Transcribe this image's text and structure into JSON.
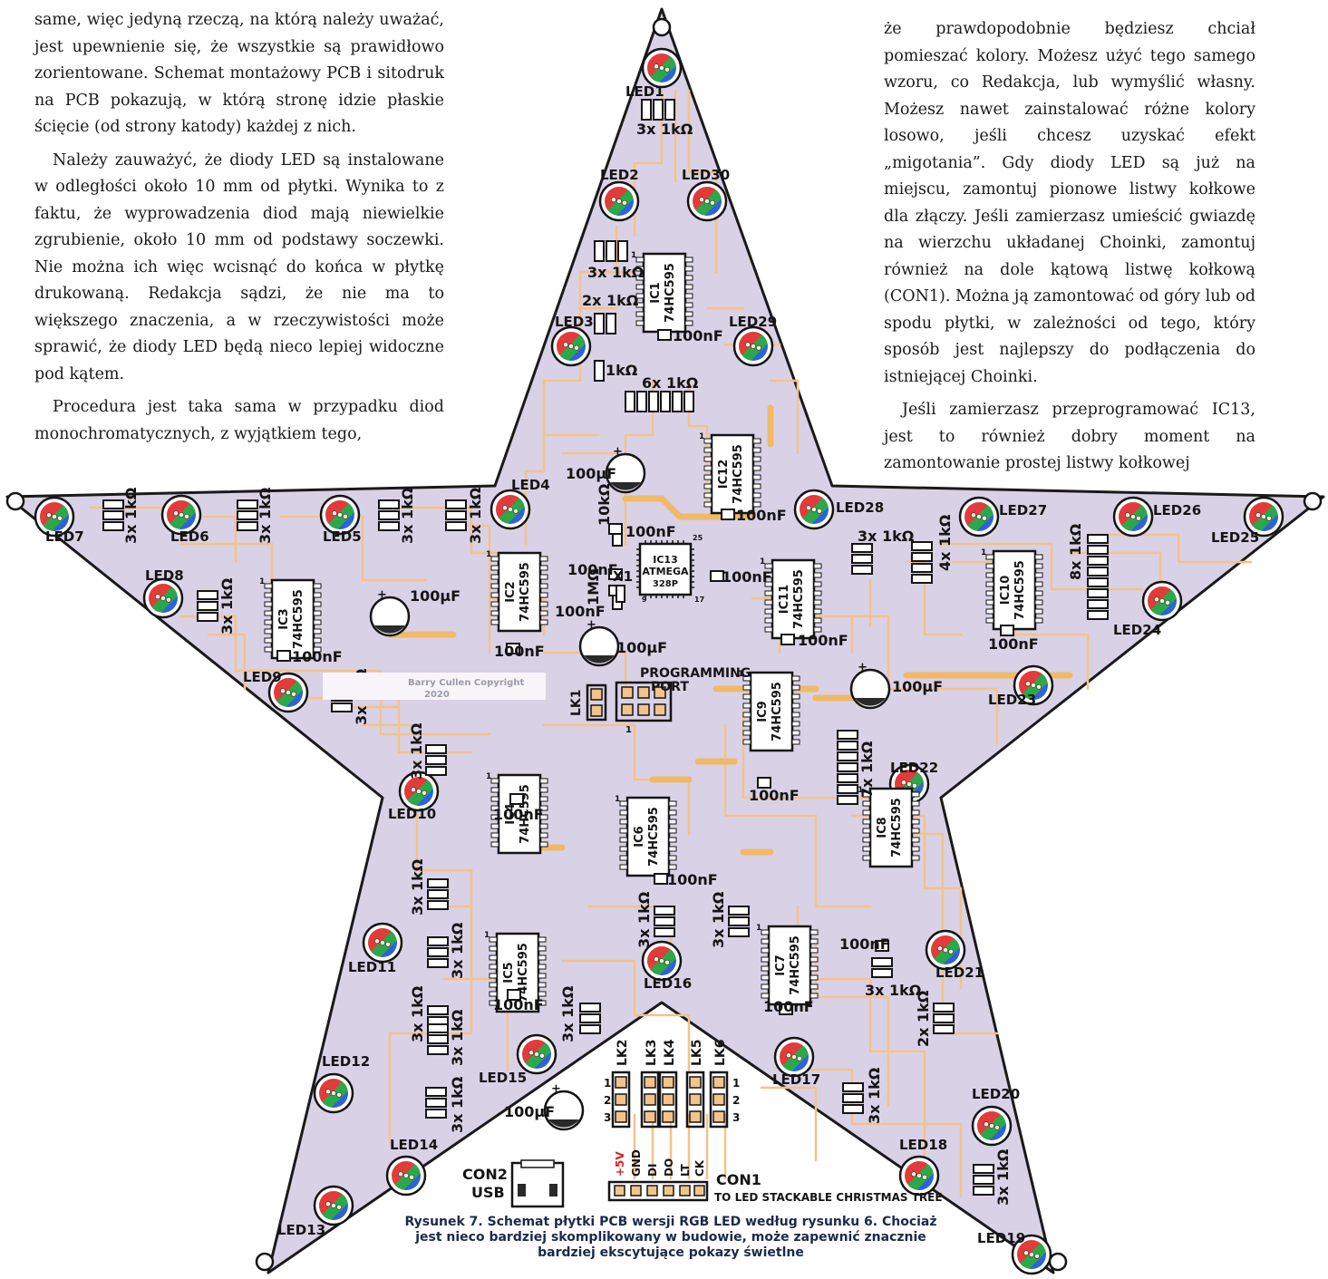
{
  "text_left": [
    "same, więc jedyną rzeczą, na którą należy uważać, jest upewnienie się, że wszystkie są prawidłowo zorientowane. Schemat montażowy PCB i sitodruk na PCB pokazują, w którą stronę idzie płaskie ścięcie (od strony katody) każdej z nich.",
    "Należy zauważyć, że diody LED są instalowane w odległości około 10 mm od płytki. Wynika to z faktu, że wyprowadzenia diod mają niewielkie zgrubienie, około 10 mm od podstawy soczewki. Nie można ich więc wcisnąć do końca w płytkę drukowaną. Redakcja sądzi, że nie ma to większego znaczenia, a w rzeczywistości może sprawić, że diody LED będą nieco lepiej widoczne pod kątem.",
    "Procedura jest taka sama w przypadku diod monochromatycznych, z wyjątkiem tego,"
  ],
  "text_right": [
    "że prawdopodobnie będziesz chciał pomieszać kolory. Możesz użyć tego samego wzoru, co Redakcja, lub wymyślić własny. Możesz nawet zainstalować różne kolory losowo, jeśli chcesz uzyskać efekt „migotania”. Gdy diody LED są już na miejscu, zamontuj pionowe listwy kołkowe dla złączy. Jeśli zamierzasz umieścić gwiazdę na wierzchu układanej Choinki, zamontuj również na dole kątową listwę kołkową (CON1). Można ją zamontować od góry lub od spodu płytki, w zależności od tego, który sposób jest najlepszy do podłączenia do istniejącej Choinki.",
    "Jeśli zamierzasz przeprogramować IC13, jest to również dobry moment na zamontowanie prostej listwy kołkowej"
  ],
  "caption": "Rysunek 7. Schemat płytki PCB wersji RGB LED według rysunku 6. Chociaż jest nieco bardziej skomplikowany w budowie, może zapewnić znacznie bardziej ekscytujące pokazy świetlne",
  "colors": {
    "board": "#d9d1e6",
    "trace": "#f2c38a",
    "ink": "#141414"
  },
  "leds": [
    {
      "label": "LED1"
    },
    {
      "label": "LED2"
    },
    {
      "label": "LED3"
    },
    {
      "label": "LED4"
    },
    {
      "label": "LED5"
    },
    {
      "label": "LED6"
    },
    {
      "label": "LED7"
    },
    {
      "label": "LED8"
    },
    {
      "label": "LED9"
    },
    {
      "label": "LED10"
    },
    {
      "label": "LED11"
    },
    {
      "label": "LED12"
    },
    {
      "label": "LED13"
    },
    {
      "label": "LED14"
    },
    {
      "label": "LED15"
    },
    {
      "label": "LED16"
    },
    {
      "label": "LED17"
    },
    {
      "label": "LED18"
    },
    {
      "label": "LED19"
    },
    {
      "label": "LED20"
    },
    {
      "label": "LED21"
    },
    {
      "label": "LED22"
    },
    {
      "label": "LED23"
    },
    {
      "label": "LED24"
    },
    {
      "label": "LED25"
    },
    {
      "label": "LED26"
    },
    {
      "label": "LED27"
    },
    {
      "label": "LED28"
    },
    {
      "label": "LED29"
    },
    {
      "label": "LED30"
    }
  ],
  "ics": [
    {
      "ref": "IC1",
      "part": "74HC595"
    },
    {
      "ref": "IC2",
      "part": "74HC595"
    },
    {
      "ref": "IC3",
      "part": "74HC595"
    },
    {
      "ref": "IC4",
      "part": "74HC595"
    },
    {
      "ref": "IC5",
      "part": "74HC595"
    },
    {
      "ref": "IC6",
      "part": "74HC595"
    },
    {
      "ref": "IC7",
      "part": "74HC595"
    },
    {
      "ref": "IC8",
      "part": "74HC595"
    },
    {
      "ref": "IC9",
      "part": "74HC595"
    },
    {
      "ref": "IC10",
      "part": "74HC595"
    },
    {
      "ref": "IC11",
      "part": "74HC595"
    },
    {
      "ref": "IC12",
      "part": "74HC595"
    }
  ],
  "mcu": {
    "ref": "IC13",
    "part": "ATMEGA",
    "part2": "328P",
    "pin_a": "25",
    "pin_b": "9",
    "pin_c": "17"
  },
  "resistor_labels": [
    "3x 1kΩ",
    "3x 1kΩ",
    "2x 1kΩ",
    "1kΩ",
    "6x 1kΩ",
    "3x 1kΩ",
    "3x 1kΩ",
    "3x 1kΩ",
    "3x 1kΩ",
    "3x 1kΩ",
    "3x 1kΩ",
    "3x 1kΩ",
    "3x 1kΩ",
    "3x 1kΩ",
    "3x 1kΩ",
    "3x 1kΩ",
    "3x 1kΩ",
    "3x 1kΩ",
    "3x 1kΩ",
    "3x 1kΩ",
    "3x 1kΩ",
    "2x 1kΩ",
    "3x 1kΩ",
    "3x 1kΩ",
    "7x 1kΩ",
    "8x 1kΩ",
    "4x 1kΩ",
    "3x 1kΩ",
    "10kΩ",
    "1MΩ"
  ],
  "cap_labels": [
    "100nF",
    "100nF",
    "100nF",
    "100nF",
    "100nF",
    "100nF",
    "100nF",
    "100nF",
    "100nF",
    "100nF",
    "100nF",
    "100nF",
    "100nF",
    "100nF",
    "100nF",
    "100nF"
  ],
  "ecap_labels": [
    "100µF",
    "100µF",
    "100µF",
    "100µF",
    "100µF"
  ],
  "misc": {
    "programming": "PROGRAMMING",
    "port": "PORT",
    "lk1": "LK1",
    "x1": "X1",
    "one": "1",
    "plus": "+",
    "con2": "CON2",
    "usb": "USB",
    "con1": "CON1",
    "con1_desc": "TO LED STACKABLE CHRISTMAS TREE",
    "links": [
      "LK2",
      "LK3",
      "LK4",
      "LK5",
      "LK6"
    ],
    "link_nums": [
      "1",
      "2",
      "3"
    ],
    "pins": [
      "+5V",
      "GND",
      "DI",
      "DO",
      "LT",
      "CK"
    ],
    "credit": "Barry Cullen Copyright",
    "year": "2020"
  }
}
